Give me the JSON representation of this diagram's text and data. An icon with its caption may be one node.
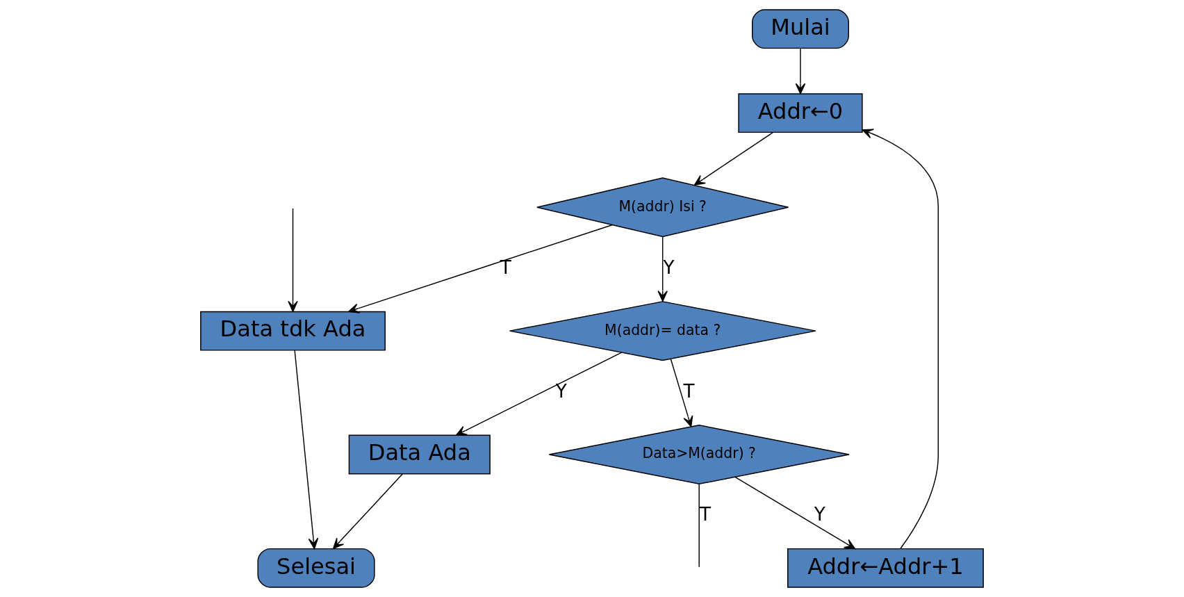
{
  "diagram": {
    "nodes": [
      {
        "text": [
          "Mulai"
        ]
      },
      {
        "text": [
          "Addr←0"
        ]
      },
      {
        "text": [
          "M(addr) Isi ?"
        ]
      },
      {
        "text": [
          "Data tdk Ada"
        ]
      },
      {
        "text": [
          "Addr←Addr+1"
        ]
      },
      {
        "text": [
          "Selesai"
        ]
      },
      {
        "text": [
          "Data>M(addr) ?"
        ]
      },
      {
        "text": [
          "M(addr)= data ?"
        ]
      },
      {
        "text": [
          "Data Ada"
        ]
      }
    ],
    "edges": [
      {
        "from": 0,
        "to": 1,
        "arrow": "to"
      },
      {
        "from": 4,
        "to": 1,
        "arrow": "to"
      },
      {
        "from": 1,
        "to": 2,
        "arrow": "to"
      },
      {
        "from": 2,
        "to": 3,
        "arrow": "to",
        "label": "T"
      },
      {
        "from": 2,
        "to": 7,
        "arrow": "to",
        "label": "Y"
      },
      {
        "from": 7,
        "to": 6,
        "arrow": "to",
        "label": "T"
      },
      {
        "from": 7,
        "to": 8,
        "arrow": "to",
        "label": "Y"
      },
      {
        "from": 6,
        "to": 4,
        "arrow": "to",
        "label": "Y"
      },
      {
        "from": 3,
        "to": 5,
        "arrow": "to"
      },
      {
        "from": 8,
        "to": 5,
        "arrow": "to"
      },
      {
        "from": 6,
        "to": null,
        "arrow": "none",
        "label": "T"
      },
      {
        "from": null,
        "to": 3,
        "arrow": "to"
      }
    ]
  }
}
